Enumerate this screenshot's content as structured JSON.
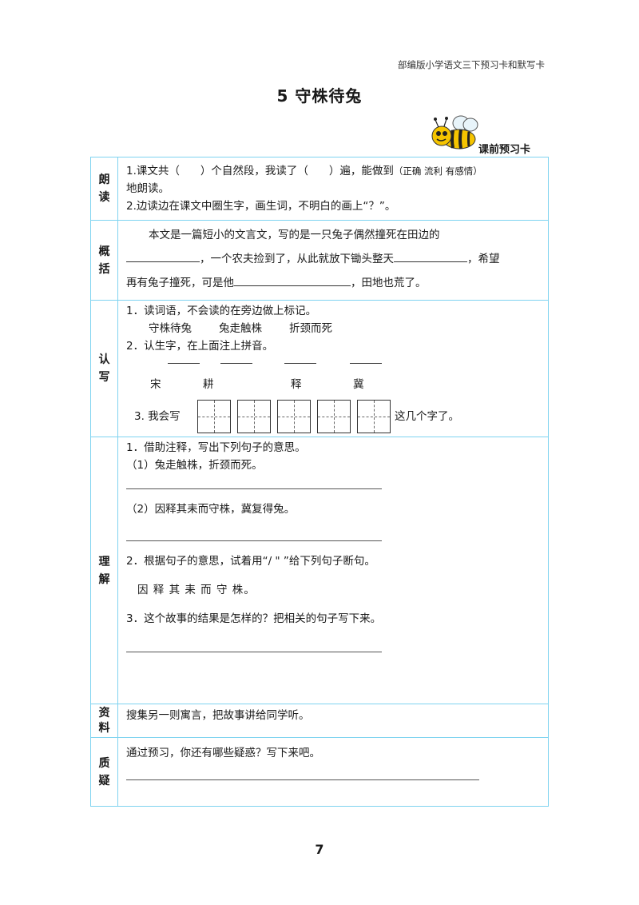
{
  "header": {
    "series": "部编版小学语文三下预习卡和默写卡"
  },
  "title": "5  守株待兔",
  "badge": "课前预习卡",
  "sections": {
    "read": {
      "label": [
        "朗",
        "读"
      ],
      "line1_a": "1.课文共（",
      "line1_b": "）个自然段，我读了（",
      "line1_c": "）遍，能做到",
      "line1_d": "（正确  流利  有感情）",
      "line1_e": "地朗读。",
      "line2": "2.边读边在课文中圈生字，画生词，不明白的画上“？”。"
    },
    "summary": {
      "label": [
        "概",
        "括"
      ],
      "p1": "本文是一篇短小的文言文，写的是一只兔子偶然撞死在田边的",
      "p2a": "，一个农夫捡到了，从此就放下锄头整天",
      "p2b": "，希望",
      "p3a": "再有兔子撞死，可是他",
      "p3b": "，田地也荒了。"
    },
    "write": {
      "label": [
        "认",
        "写"
      ],
      "q1": "1．读词语，不会读的在旁边做上标记。",
      "words": [
        "守株待兔",
        "兔走触株",
        "折颈而死"
      ],
      "q2": "2．认生字，在上面注上拼音。",
      "chars": [
        "宋",
        "耕",
        "释",
        "冀"
      ],
      "q3a": "3. 我会写",
      "q3b": "这几个字了。"
    },
    "understand": {
      "label": [
        "理",
        "解"
      ],
      "q1": "1．借助注释，写出下列句子的意思。",
      "s1": "（1）兔走触株，折颈而死。",
      "s2": "（2）因释其耒而守株，冀复得兔。",
      "q2": "2．根据句子的意思，试着用“/ \" ”给下列句子断句。",
      "sentence": "因 释 其 耒 而 守 株。",
      "q3": "3．这个故事的结果是怎样的？把相关的句子写下来。"
    },
    "material": {
      "label": [
        "资",
        "料"
      ],
      "text": "搜集另一则寓言，把故事讲给同学听。"
    },
    "question": {
      "label": [
        "质",
        "疑"
      ],
      "text": "通过预习，你还有哪些疑惑？写下来吧。"
    }
  },
  "page_number": "7"
}
